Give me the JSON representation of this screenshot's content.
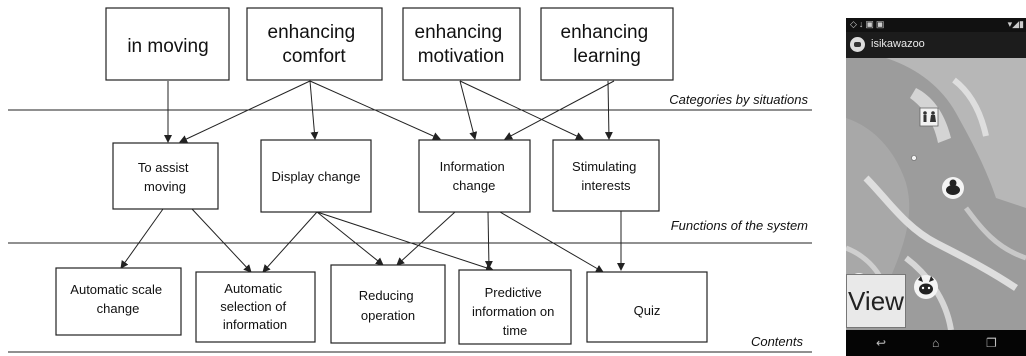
{
  "diagram": {
    "situations": {
      "in_moving": [
        "in moving"
      ],
      "enhancing_comfort": [
        "enhancing",
        "comfort"
      ],
      "enhancing_motivation": [
        "enhancing",
        "motivation"
      ],
      "enhancing_learning": [
        "enhancing",
        "learning"
      ]
    },
    "functions": {
      "assist_moving": [
        "To assist",
        "moving"
      ],
      "display_change": [
        "Display change"
      ],
      "information_change": [
        "Information",
        "change"
      ],
      "stimulating_interests": [
        "Stimulating",
        "interests"
      ]
    },
    "contents": {
      "automatic_scale_change": [
        "Automatic scale",
        "change"
      ],
      "automatic_selection": [
        "Automatic",
        "selection of",
        "information"
      ],
      "reducing_operation": [
        "Reducing",
        "operation"
      ],
      "predictive_information": [
        "Predictive",
        "information on",
        "time"
      ],
      "quiz": [
        "Quiz"
      ]
    },
    "categories": {
      "situations": "Categories by situations",
      "functions": "Functions of the system",
      "contents": "Contents"
    }
  },
  "phone": {
    "app_title": "isikawazoo",
    "view_button": "View"
  }
}
